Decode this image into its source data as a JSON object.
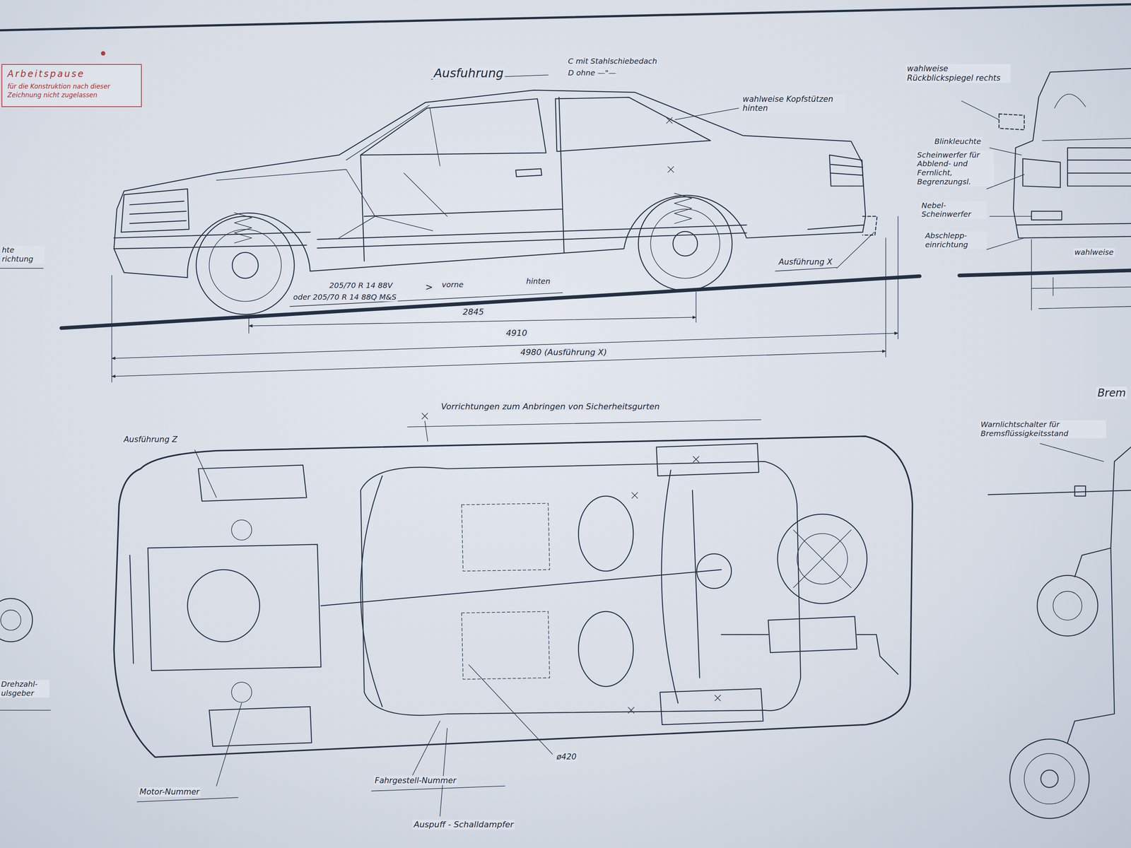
{
  "diagram": {
    "nodes": [
      {
        "text": [
          "Arbeitspause",
          "für die Konstruktion nach dieser Zeichnung nicht zugelassen"
        ]
      }
    ],
    "labels": [
      "Ausfuhrung",
      "C mit Stahlschiebedach",
      "D ohne —\"—",
      "wahlweise Kopfstützen hinten",
      "wahlweise Rückblickspiegel rechts",
      "Blinkleuchte",
      "Scheinwerfer für Abblend- und Fernlicht, Begrenzungsl.",
      "Nebel- Scheinwerfer",
      "hte richtung",
      "Abschlepp- einrichtung",
      "Ausführung X",
      "205/70 R 14 88V",
      "oder 205/70 R 14 88Q M&S",
      ">",
      "vorne",
      "hinten",
      "wahlweise",
      "2845",
      "4910",
      "4980 (Ausführung X)",
      "Brem",
      "Vorrichtungen zum Anbringen von Sicherheitsgurten",
      "Warnlichtschalter für Bremsflüssigkeitsstand",
      "Ausführung Z",
      "Drehzahl- ulsgeber",
      "ø420",
      "Motor-Nummer",
      "Fahrgestell-Nummer",
      "Auspuff - Schalldampfer"
    ]
  }
}
